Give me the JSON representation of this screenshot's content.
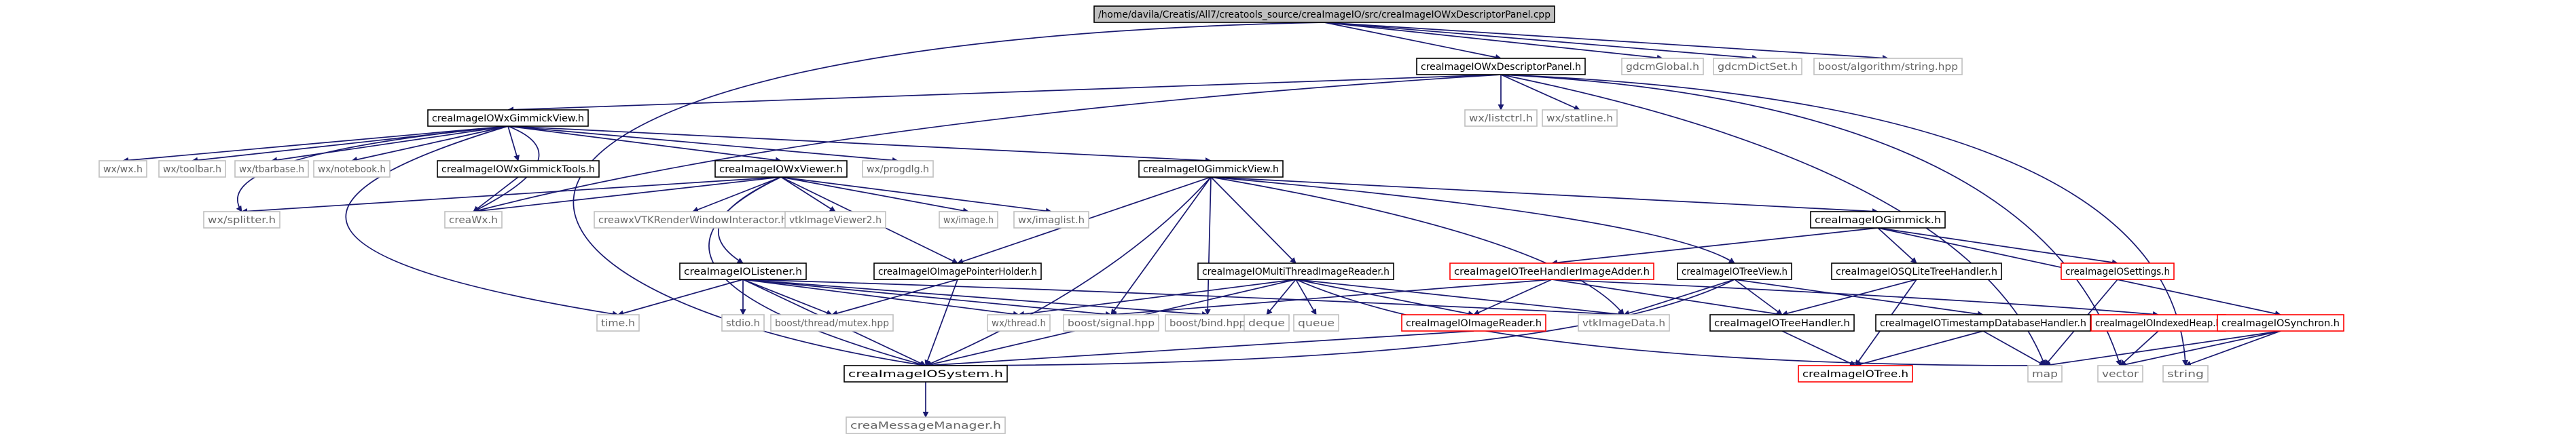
{
  "colors": {
    "edge": "#191970",
    "focus_fill": "#bfbfbf",
    "strong_border": "#000000",
    "weak_border": "#bfbfbf",
    "red_border": "#ff0000",
    "text_dark": "#000000",
    "text_light": "#666666"
  },
  "nodes": {
    "root": "/home/davila/Creatis/All7/creatools_source/creaImageIO/src/creaImageIOWxDescriptorPanel.cpp",
    "descpanel": "creaImageIOWxDescriptorPanel.h",
    "gdcmglobal": "gdcmGlobal.h",
    "gdcmdictset": "gdcmDictSet.h",
    "boostalgo": "boost/algorithm/string.hpp",
    "gimmickview_wx": "creaImageIOWxGimmickView.h",
    "wxlistctrl": "wx/listctrl.h",
    "wxstatline": "wx/statline.h",
    "wxwx": "wx/wx.h",
    "wxtoolbar": "wx/toolbar.h",
    "wxtbarbase": "wx/tbarbase.h",
    "wxnotebook": "wx/notebook.h",
    "gimmicktools": "creaImageIOWxGimmickTools.h",
    "wxviewer": "creaImageIOWxViewer.h",
    "wxprogdlg": "wx/progdlg.h",
    "gimmickview": "creaImageIOGimmickView.h",
    "wxsplitter": "wx/splitter.h",
    "creawx": "creaWx.h",
    "vtkrwi": "creawxVTKRenderWindowInteractor.h",
    "vtkviewer2": "vtkImageViewer2.h",
    "wximage": "wx/image.h",
    "wximaglist": "wx/imaglist.h",
    "gimmick": "creaImageIOGimmick.h",
    "listener": "creaImageIOListener.h",
    "pointerholder": "creaImageIOImagePointerHolder.h",
    "multithread": "creaImageIOMultiThreadImageReader.h",
    "treehandlerreader": "creaImageIOTreeHandlerImageAdder.h",
    "treeview": "creaImageIOTreeView.h",
    "sqlite": "creaImageIOSQLiteTreeHandler.h",
    "settings": "creaImageIOSettings.h",
    "time": "time.h",
    "stdio": "stdio.h",
    "mutex": "boost/thread/mutex.hpp",
    "wxthread": "wx/thread.h",
    "signal": "boost/signal.hpp",
    "bind": "boost/bind.hpp",
    "deque": "deque",
    "queue": "queue",
    "imagereader": "creaImageIOImageReader.h",
    "vtkimagedata": "vtkImageData.h",
    "treehandler": "creaImageIOTreeHandler.h",
    "timestampdb": "creaImageIOTimestampDatabaseHandler.h",
    "indexedheap": "creaImageIOIndexedHeap.h",
    "synchron": "creaImageIOSynchron.h",
    "system": "creaImageIOSystem.h",
    "map": "map",
    "vector": "vector",
    "string": "string",
    "tree": "creaImageIOTree.h",
    "messagemanager": "creaMessageManager.h"
  }
}
